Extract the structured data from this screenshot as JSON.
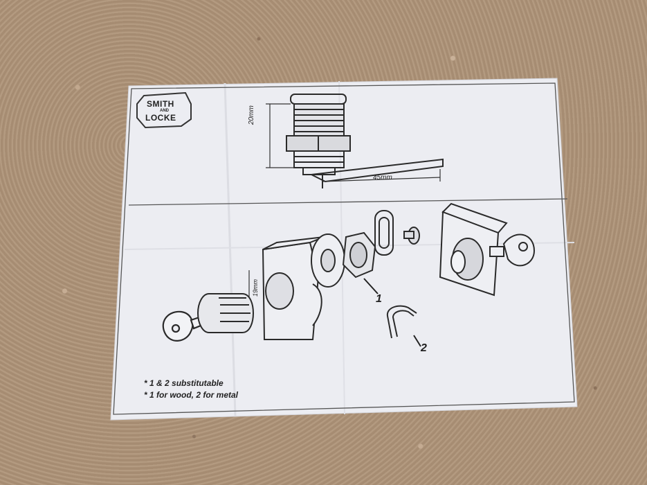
{
  "brand": {
    "line1": "SMITH",
    "line2": "AND",
    "line3": "LOCKE"
  },
  "dimensions": {
    "height": "20mm",
    "length": "45mm",
    "thickness": "19mm"
  },
  "callouts": {
    "one": "1",
    "two": "2"
  },
  "notes": [
    "* 1 & 2 substitutable",
    "* 1 for wood, 2 for metal"
  ]
}
